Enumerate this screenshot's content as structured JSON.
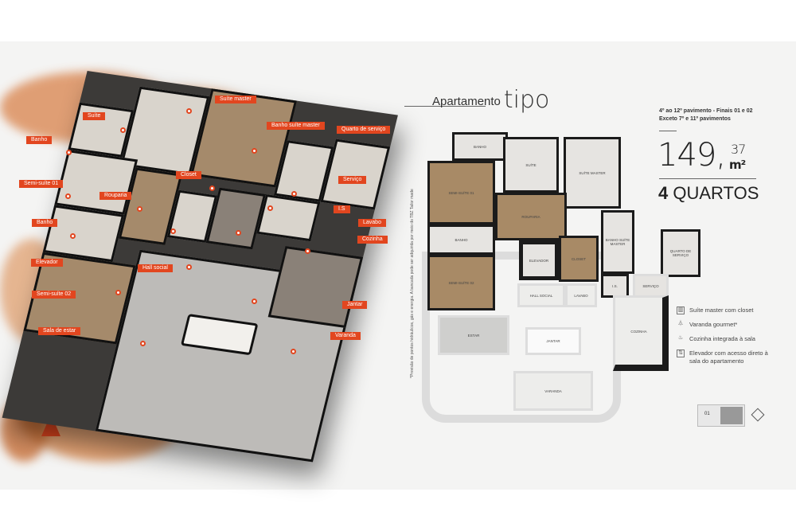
{
  "render_labels": [
    {
      "text": "Suíte master"
    },
    {
      "text": "Suíte"
    },
    {
      "text": "Banho"
    },
    {
      "text": "Banho suíte master"
    },
    {
      "text": "Quarto de serviço"
    },
    {
      "text": "Semi-suíte 01"
    },
    {
      "text": "Closet"
    },
    {
      "text": "Rouparia"
    },
    {
      "text": "Serviço"
    },
    {
      "text": "I.S"
    },
    {
      "text": "Banho"
    },
    {
      "text": "Lavabo"
    },
    {
      "text": "Cozinha"
    },
    {
      "text": "Elevador"
    },
    {
      "text": "Hall social"
    },
    {
      "text": "Semi-suíte 02"
    },
    {
      "text": "Jantar"
    },
    {
      "text": "Sala de estar"
    },
    {
      "text": "Varanda"
    }
  ],
  "title": {
    "prefix": "Apartamento",
    "emphasis": "tipo"
  },
  "floors": {
    "line1": "4º ao 12º pavimento - Finais 01 e 02",
    "line2": "Exceto 7º e 11º pavimentos"
  },
  "area": {
    "whole": "149,",
    "decimal": "37",
    "unit": "m²"
  },
  "rooms_count": {
    "number": "4",
    "label": "QUARTOS"
  },
  "plan_labels": {
    "banho1": "BANHO",
    "semi01": "SEMI-SUÍTE 01",
    "suite": "SUÍTE",
    "master": "SUÍTE MASTER",
    "banho2": "BANHO",
    "rouparia": "ROUPARIA",
    "banho_master": "BANHO SUÍTE MASTER",
    "quarto_servico": "QUARTO DE SERVIÇO",
    "elevador": "ELEVADOR",
    "closet": "CLOSET",
    "semi02": "SEMI-SUÍTE 02",
    "is": "I.S.",
    "servico": "SERVIÇO",
    "hall": "HALL SOCIAL",
    "lavabo": "LAVABO",
    "estar": "ESTAR",
    "jantar": "JANTAR",
    "cozinha": "COZINHA",
    "varanda": "VARANDA"
  },
  "legend": [
    {
      "icon": "closet-icon",
      "text": "Suíte master com closet"
    },
    {
      "icon": "grill-icon",
      "text": "Varanda gourmet*"
    },
    {
      "icon": "kitchen-icon",
      "text": "Cozinha integrada à sala"
    },
    {
      "icon": "elevator-icon",
      "text": "Elevador com acesso direto à sala do apartamento"
    }
  ],
  "footnote": "*Previsão de pontos hidráulicos, gás e energia. A bancada pode ser adquirida por meio do TBZ Tailor made",
  "key_plan": {
    "unit": "01"
  }
}
